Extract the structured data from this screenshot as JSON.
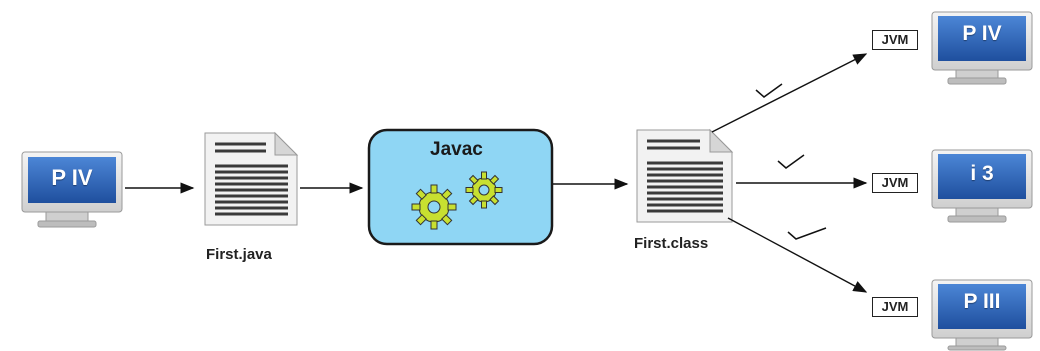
{
  "diagram": {
    "source_machine": {
      "screen_label": "P IV"
    },
    "source_file": {
      "label": "First.java"
    },
    "compiler": {
      "title": "Javac"
    },
    "class_file": {
      "label": "First.class"
    },
    "targets": [
      {
        "jvm_label": "JVM",
        "screen_label": "P IV"
      },
      {
        "jvm_label": "JVM",
        "screen_label": "i 3"
      },
      {
        "jvm_label": "JVM",
        "screen_label": "P III"
      }
    ]
  },
  "colors": {
    "screen_blue": "#2a5db0",
    "screen_blue_light": "#4c86d6",
    "compiler_fill": "#8fd6f4",
    "gear_fill": "#c8e030",
    "line": "#111111"
  }
}
